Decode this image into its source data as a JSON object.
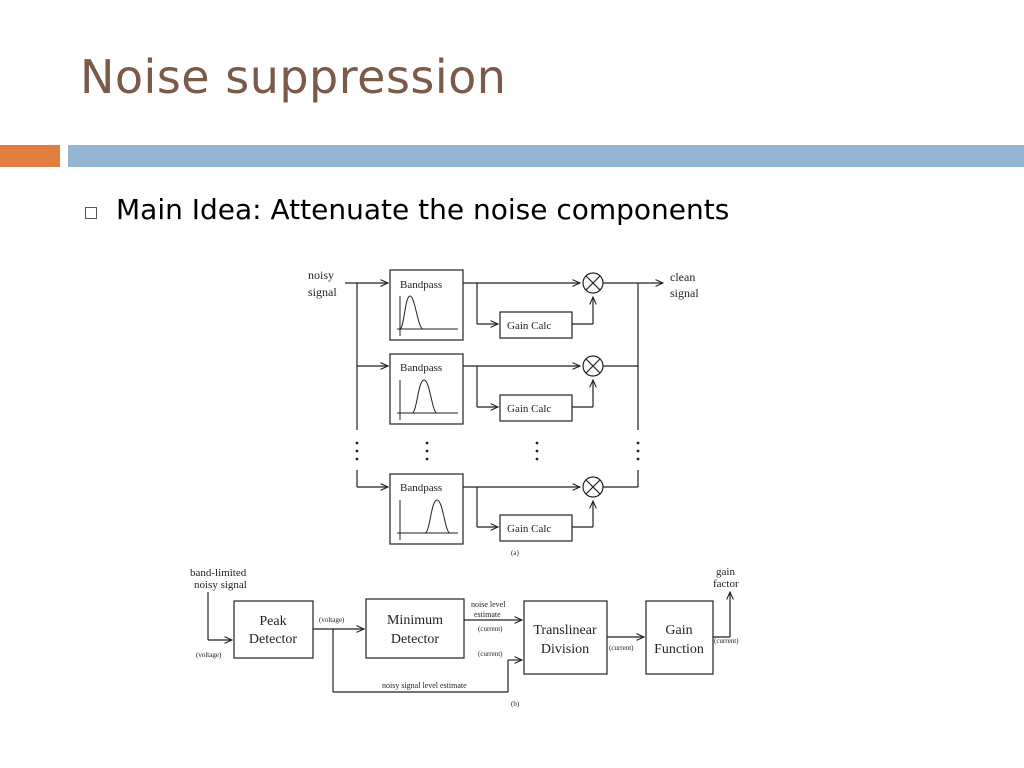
{
  "slide": {
    "title": "Noise suppression",
    "bullet_text": "Main Idea: Attenuate the noise components"
  },
  "diagram_a": {
    "input_label": [
      "noisy",
      "signal"
    ],
    "output_label": [
      "clean",
      "signal"
    ],
    "bandpass_label": "Bandpass",
    "gain_calc_label": "Gain Calc",
    "caption": "(a)"
  },
  "diagram_b": {
    "input_label": [
      "band-limited",
      "noisy signal"
    ],
    "output_label": [
      "gain",
      "factor"
    ],
    "peak_detector": [
      "Peak",
      "Detector"
    ],
    "minimum_detector": [
      "Minimum",
      "Detector"
    ],
    "translinear_division": [
      "Translinear",
      "Division"
    ],
    "gain_function": [
      "Gain",
      "Function"
    ],
    "voltage_in": "(voltage)",
    "voltage_mid": "(voltage)",
    "noise_level_estimate": [
      "noise level",
      "estimate"
    ],
    "current_1": "(current)",
    "current_2": "(current)",
    "current_3": "(current)",
    "current_4": "(current)",
    "noisy_signal_level_estimate": "noisy signal level estimate",
    "caption": "(b)"
  },
  "colors": {
    "title": "#7b5a4a",
    "orange_bar": "#e07f3f",
    "blue_bar": "#94b6d2"
  }
}
